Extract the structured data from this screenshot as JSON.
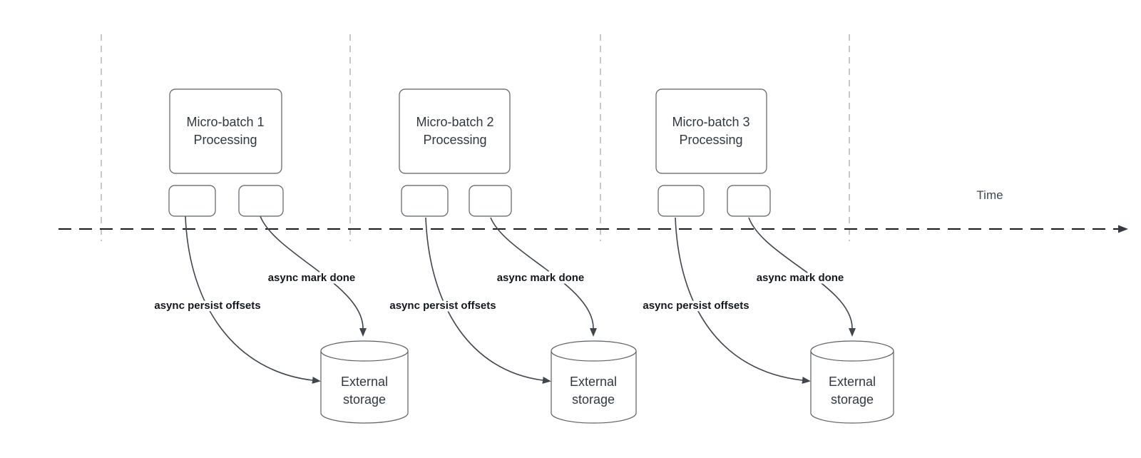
{
  "diagram": {
    "time_axis": {
      "label": "Time"
    },
    "groups": [
      {
        "batch_line1": "Micro-batch 1",
        "batch_line2": "Processing",
        "persist_label": "async persist offsets",
        "done_label": "async mark done",
        "storage_line1": "External",
        "storage_line2": "storage"
      },
      {
        "batch_line1": "Micro-batch 2",
        "batch_line2": "Processing",
        "persist_label": "async persist offsets",
        "done_label": "async mark done",
        "storage_line1": "External",
        "storage_line2": "storage"
      },
      {
        "batch_line1": "Micro-batch 3",
        "batch_line2": "Processing",
        "persist_label": "async persist offsets",
        "done_label": "async mark done",
        "storage_line1": "External",
        "storage_line2": "storage"
      }
    ],
    "colors": {
      "background": "#ffffff",
      "axis": "#191b1f",
      "guides": "#b1b6bb",
      "shape_border": "#596066",
      "shape_text": "#32383f",
      "edge_stroke": "#3f464e",
      "edge_label_text": "#14181d"
    }
  }
}
